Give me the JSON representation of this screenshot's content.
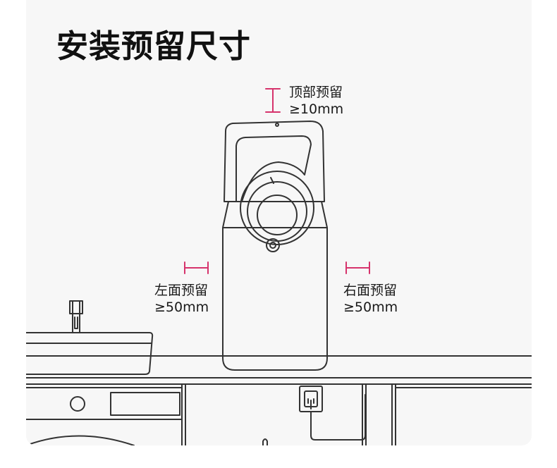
{
  "title": "安装预留尺寸",
  "labels": {
    "top": {
      "name": "顶部预留",
      "value": "≥10mm"
    },
    "left": {
      "name": "左面预留",
      "value": "≥50mm"
    },
    "right": {
      "name": "右面预留",
      "value": "≥50mm"
    }
  },
  "colors": {
    "accent": "#d6336c",
    "line": "#333333",
    "background": "#f7f7f7"
  }
}
